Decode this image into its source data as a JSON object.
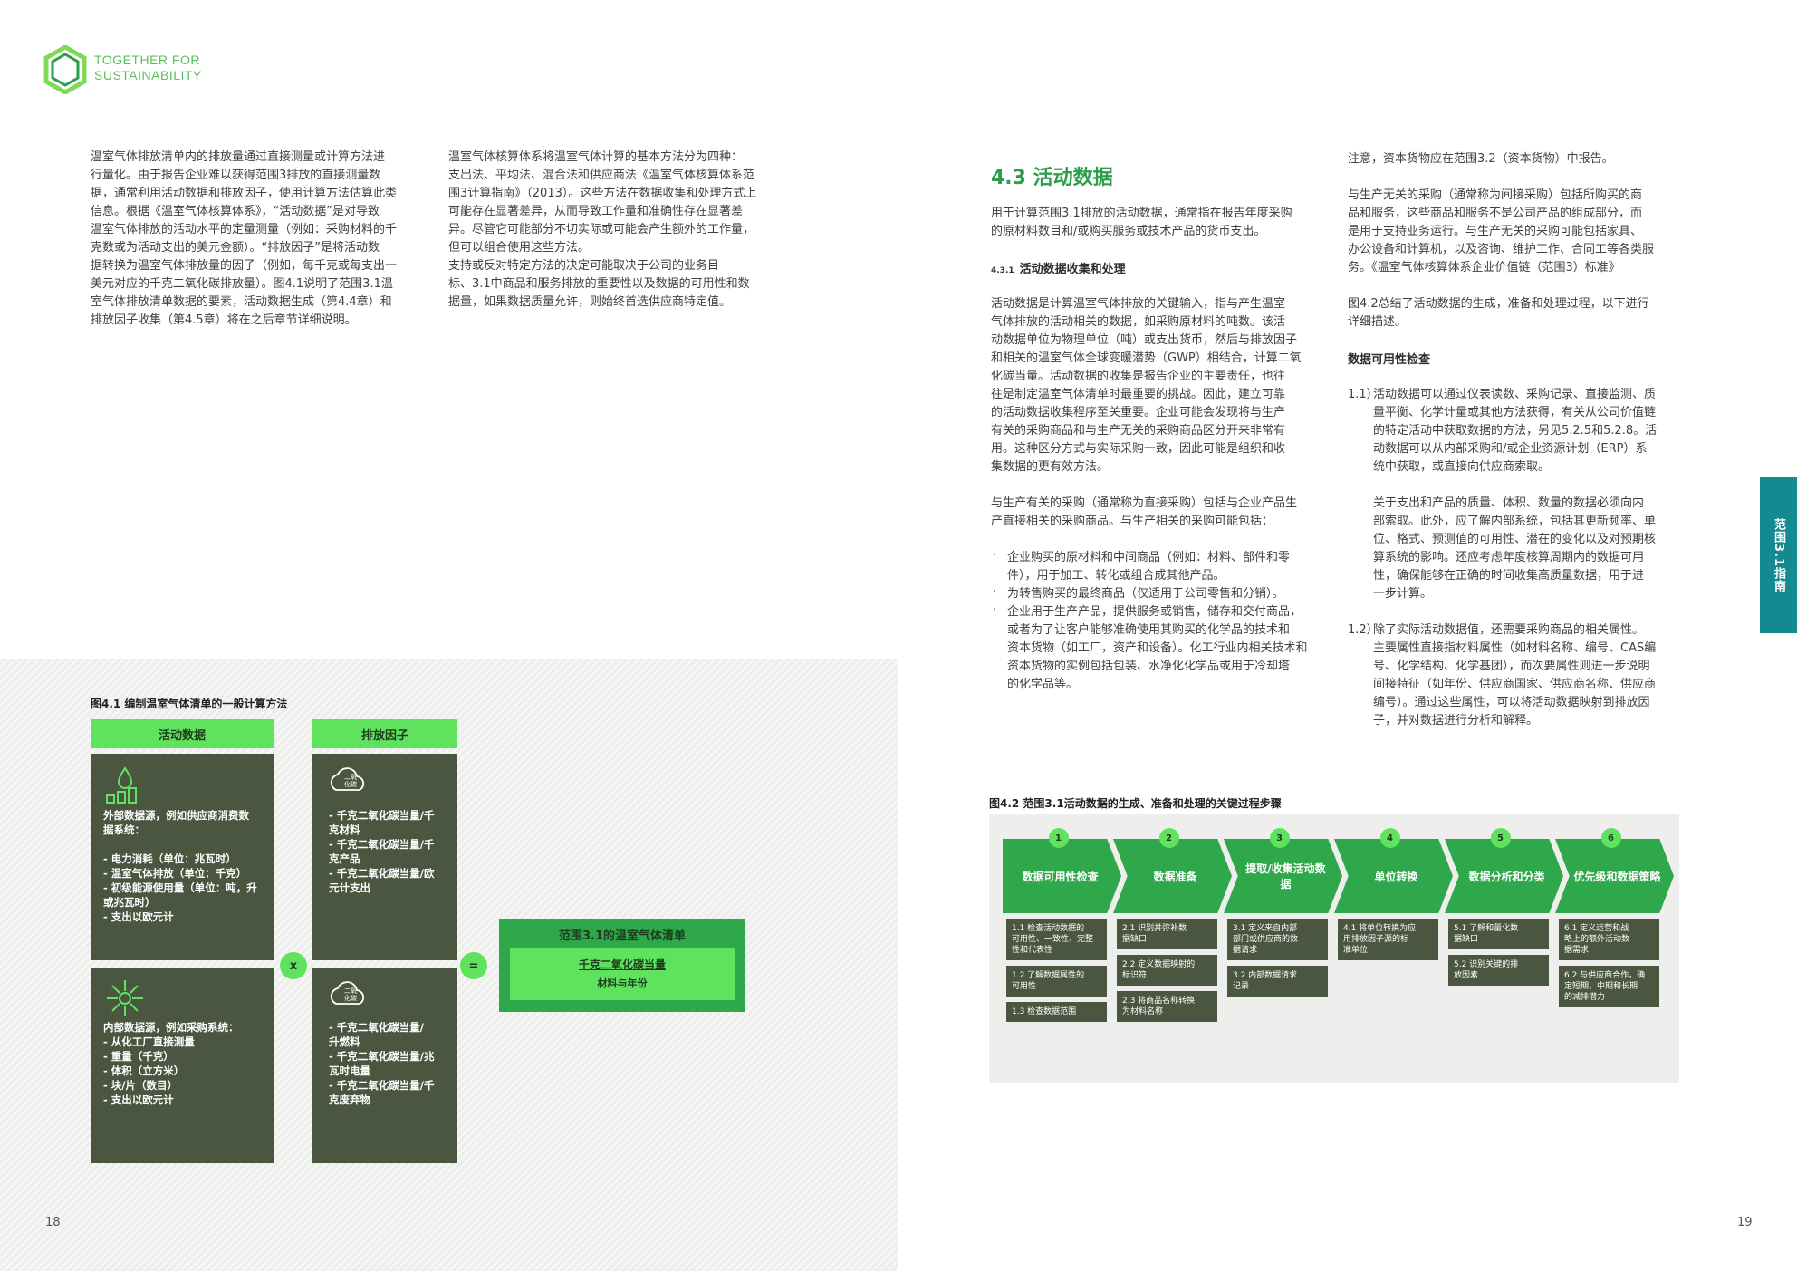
{
  "logo": {
    "line1": "TOGETHER FOR",
    "line2": "SUSTAINABILITY"
  },
  "left_page": {
    "col1": "温室气体排放清单内的排放量通过直接测量或计算方法进\n行量化。由于报告企业难以获得范围3排放的直接测量数\n据，通常利用活动数据和排放因子，使用计算方法估算此类\n信息。根据《温室气体核算体系》，“活动数据”是对导致\n温室气体排放的活动水平的定量测量（例如：采购材料的千\n克数或为活动支出的美元金额）。“排放因子”是将活动数\n据转换为温室气体排放量的因子（例如，每千克或每支出一\n美元对应的千克二氧化碳排放量）。图4.1说明了范围3.1温\n室气体排放清单数据的要素，活动数据生成（第4.4章）和\n排放因子收集（第4.5章）将在之后章节详细说明。",
    "col2": "温室气体核算体系将温室气体计算的基本方法分为四种：\n支出法、平均法、混合法和供应商法《温室气体核算体系范\n围3计算指南》（2013）。这些方法在数据收集和处理方式上\n可能存在显著差异，从而导致工作量和准确性存在显著差\n异。尽管它可能部分不切实际或可能会产生额外的工作量，\n但可以组合使用这些方法。\n支持或反对特定方法的决定可能取决于公司的业务目\n标、3.1中商品和服务排放的重要性以及数据的可用性和数\n据量，如果数据质量允许，则始终首选供应商特定值。",
    "figure_title": "图4.1 编制温室气体清单的一般计算方法",
    "activity_label": "活动数据",
    "factor_label": "排放因子",
    "external_box": "外部数据源，例如供应商消费数\n据系统：\n\n- 电力消耗（单位：兆瓦时）\n- 温室气体排放（单位：千克）\n- 初级能源使用量（单位：吨，升\n  或兆瓦时）\n- 支出以欧元计",
    "internal_box": "内部数据源，例如采购系统：\n- 从化工厂直接测量\n- 重量（千克）\n- 体积（立方米）\n- 块/片（数目）\n- 支出以欧元计",
    "factor_box1": "- 千克二氧化碳当量/千\n  克材料\n- 千克二氧化碳当量/千\n  克产品\n- 千克二氧化碳当量/欧\n  元计支出",
    "factor_box2": "- 千克二氧化碳当量/\n  升燃料\n- 千克二氧化碳当量/兆\n  瓦时电量\n- 千克二氧化碳当量/千\n  克废弃物",
    "co2_icon_text": "二氧\n化碳",
    "multiply": "x",
    "equals": "=",
    "result_title": "范围3.1的温室气体清单",
    "result_line1": "千克二氧化碳当量",
    "result_line2": "材料与年份",
    "page_number": "18"
  },
  "right_page": {
    "heading": "4.3 活动数据",
    "intro": "用于计算范围3.1排放的活动数据，通常指在报告年度采购\n的原材料数目和/或购买服务或技术产品的货币支出。",
    "sub_num": "4.3.1",
    "sub_title": "活动数据收集和处理",
    "para1": "活动数据是计算温室气体排放的关键输入，指与产生温室\n气体排放的活动相关的数据，如采购原材料的吨数。该活\n动数据单位为物理单位（吨）或支出货币，然后与排放因子\n和相关的温室气体全球变暖潜势（GWP）相结合，计算二氧\n化碳当量。活动数据的收集是报告企业的主要责任，也往\n往是制定温室气体清单时最重要的挑战。因此，建立可靠\n的活动数据收集程序至关重要。企业可能会发现将与生产\n有关的采购商品和与生产无关的采购商品区分开来非常有\n用。这种区分方式与实际采购一致，因此可能是组织和收\n集数据的更有效方法。",
    "para2": "与生产有关的采购（通常称为直接采购）包括与企业产品生\n产直接相关的采购商品。与生产相关的采购可能包括：",
    "bullet1": "企业购买的原材料和中间商品（例如：材料、部件和零\n件），用于加工、转化或组合成其他产品。",
    "bullet2": "为转售购买的最终商品（仅适用于公司零售和分销）。",
    "bullet3": "企业用于生产产品，提供服务或销售，储存和交付商品，\n或者为了让客户能够准确使用其购买的化学品的技术和\n资本货物（如工厂，资产和设备）。化工行业内相关技术和\n资本货物的实例包括包装、水净化化学品或用于冷却塔\n的化学品等。",
    "col2_p1": "注意，资本货物应在范围3.2（资本货物）中报告。",
    "col2_p2": "与生产无关的采购（通常称为间接采购）包括所购买的商\n品和服务，这些商品和服务不是公司产品的组成部分，而\n是用于支持业务运行。与生产无关的采购可能包括家具、\n办公设备和计算机，以及咨询、维护工作、合同工等各类服\n务。《温室气体核算体系企业价值链（范围3）标准》",
    "col2_p3": "图4.2总结了活动数据的生成，准备和处理过程，以下进行\n详细描述。",
    "col2_head": "数据可用性检查",
    "item1_num": "1.1）",
    "item1": "活动数据可以通过仪表读数、采购记录、直接监测、质\n量平衡、化学计量或其他方法获得，有关从公司价值链\n的特定活动中获取数据的方法，另见5.2.5和5.2.8。活\n动数据可以从内部采购和/或企业资源计划（ERP）系\n统中获取，或直接向供应商索取。\n\n关于支出和产品的质量、体积、数量的数据必须向内\n部索取。此外，应了解内部系统，包括其更新频率、单\n位、格式、预测值的可用性、潜在的变化以及对预期核\n算系统的影响。还应考虑年度核算周期内的数据可用\n性，确保能够在正确的时间收集高质量数据，用于进\n一步计算。",
    "item2_num": "1.2）",
    "item2": "除了实际活动数据值，还需要采购商品的相关属性。\n主要属性直接指材料属性（如材料名称、编号、CAS编\n号、化学结构、化学基团），而次要属性则进一步说明\n间接特征（如年份、供应商国家、供应商名称、供应商\n编号）。通过这些属性，可以将活动数据映射到排放因\n子，并对数据进行分析和解释。",
    "side_tab": "范围3.1指南",
    "figure_title": "图4.2 范围3.1活动数据的生成、准备和处理的关键过程步骤",
    "steps": [
      {
        "num": "1",
        "title": "数据可用性检查",
        "subs": [
          "1.1 检查活动数据的\n可用性、一致性、完整\n性和代表性",
          "1.2 了解数据属性的\n可用性",
          "1.3 检查数据范围"
        ]
      },
      {
        "num": "2",
        "title": "数据准备",
        "subs": [
          "2.1 识别并弥补数\n据缺口",
          "2.2 定义数据映射的\n标识符",
          "2.3 将商品名称转换\n为材料名称"
        ]
      },
      {
        "num": "3",
        "title": "提取/收集活动数据",
        "subs": [
          "3.1 定义来自内部\n部门或供应商的数\n据请求",
          "3.2 内部数据请求\n记录"
        ]
      },
      {
        "num": "4",
        "title": "单位转换",
        "subs": [
          "4.1 将单位转换为应\n用排放因子源的标\n准单位"
        ]
      },
      {
        "num": "5",
        "title": "数据分析和分类",
        "subs": [
          "5.1 了解和量化数\n据缺口",
          "5.2 识别关键的排\n放因素"
        ]
      },
      {
        "num": "6",
        "title": "优先级和数据策略",
        "subs": [
          "6.1 定义运营和战\n略上的额外活动数\n据需求",
          "6.2 与供应商合作，确\n定短期、中期和长期\n的减排潜力"
        ]
      }
    ],
    "page_number": "19"
  },
  "colors": {
    "accent_green": "#5fe35f",
    "dark_olive": "#4a5640",
    "teal_tab": "#128a8f",
    "heading_green": "#2e9e4a"
  }
}
